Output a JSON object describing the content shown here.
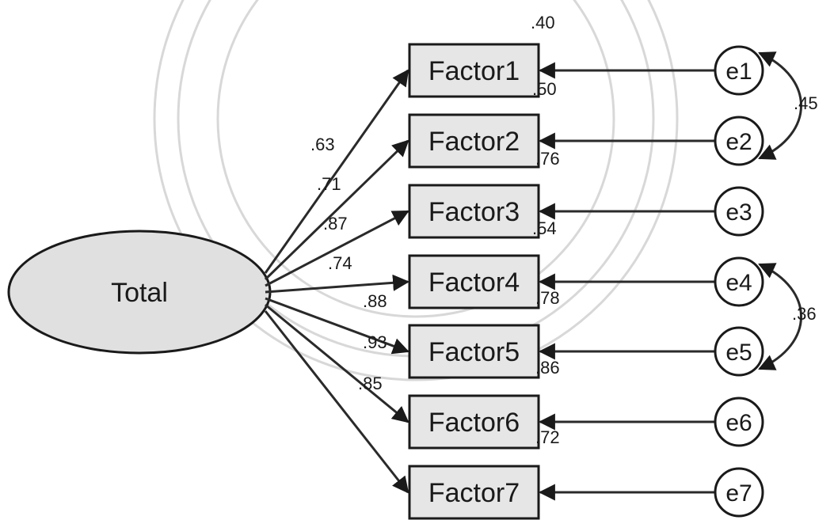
{
  "latent": {
    "label": "Total"
  },
  "factors": [
    {
      "label": "Factor1",
      "loading": ".63",
      "r2": ".40",
      "error": "e1"
    },
    {
      "label": "Factor2",
      "loading": ".71",
      "r2": ".50",
      "error": "e2"
    },
    {
      "label": "Factor3",
      "loading": ".87",
      "r2": ".76",
      "error": "e3"
    },
    {
      "label": "Factor4",
      "loading": ".74",
      "r2": ".54",
      "error": "e4"
    },
    {
      "label": "Factor5",
      "loading": ".88",
      "r2": ".78",
      "error": "e5"
    },
    {
      "label": "Factor6",
      "loading": ".93",
      "r2": ".86",
      "error": "e6"
    },
    {
      "label": "Factor7",
      "loading": ".85",
      "r2": ".72",
      "error": "e7"
    }
  ],
  "covariances": [
    {
      "from": "e1",
      "to": "e2",
      "value": ".45"
    },
    {
      "from": "e4",
      "to": "e5",
      "value": ".36"
    }
  ],
  "colors": {
    "box_fill": "#e6e6e6",
    "ellipse_fill": "#e0e0e0",
    "line": "#1a1a1a",
    "watermark": "#c8c8c8"
  }
}
